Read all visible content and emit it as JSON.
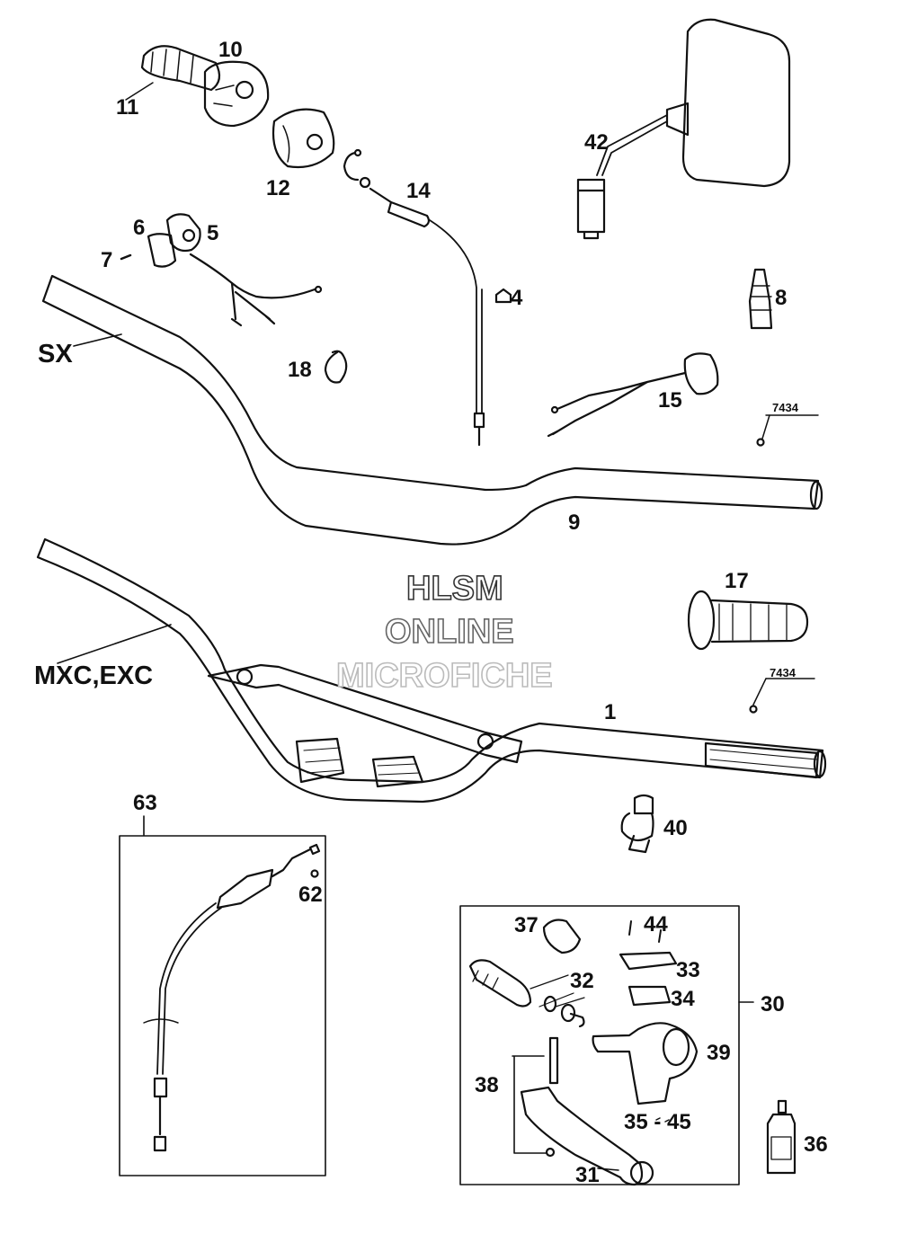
{
  "labels": {
    "p10": "10",
    "p11": "11",
    "p12": "12",
    "p14": "14",
    "p42": "42",
    "p6": "6",
    "p5": "5",
    "p7": "7",
    "p4": "4",
    "p8": "8",
    "sx": "SX",
    "p18": "18",
    "p15": "15",
    "ref1": "7434",
    "p9": "9",
    "p17": "17",
    "mxc": "MXC,EXC",
    "ref2": "7434",
    "p1": "1",
    "p63": "63",
    "p40": "40",
    "p62": "62",
    "p37": "37",
    "p44": "44",
    "p33": "33",
    "p32": "32",
    "p34": "34",
    "p30": "30",
    "p39": "39",
    "p38": "38",
    "p35_45": "35 - 45",
    "p36": "36",
    "p31": "31"
  },
  "watermark": {
    "line1": "HLSM",
    "line2": "ONLINE",
    "line3": "MICROFICHE"
  },
  "colors": {
    "ink": "#111111",
    "paper": "#ffffff",
    "watermark_line1": "#333333",
    "watermark_line2": "#666666",
    "watermark_line3": "#bbbbbb"
  }
}
